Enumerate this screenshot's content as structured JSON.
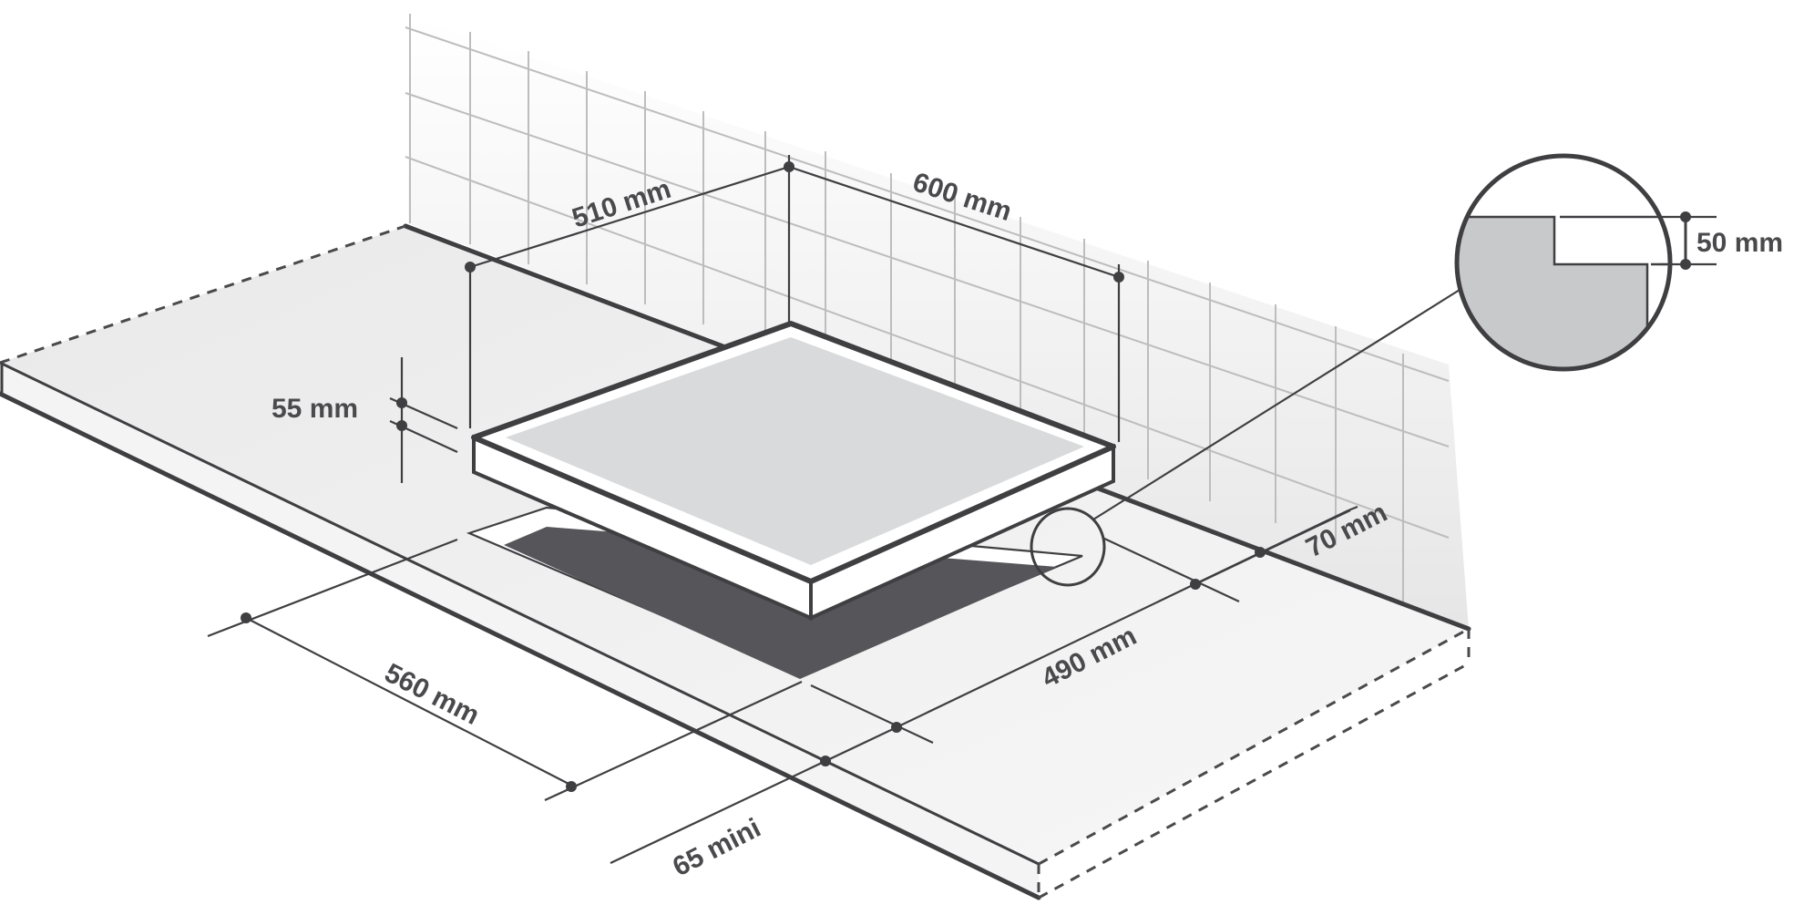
{
  "diagram": {
    "type": "cooktop-installation-dimensions",
    "colors": {
      "line": "#3f3f42",
      "text": "#4a4a4d",
      "cutout": "#55555a",
      "glass": "#d9dadb",
      "countertop": "#ececec",
      "countertop_front": "#f4f4f4",
      "wall": "#f2f2f2",
      "tile_line": "#bdbdbd",
      "detail_fill": "#c8c9cb"
    },
    "dimensions": {
      "cooktop_depth": "510 mm",
      "cooktop_width": "600 mm",
      "cooktop_height": "55 mm",
      "cutout_width": "560 mm",
      "cutout_depth": "490 mm",
      "wall_clearance": "70 mm",
      "front_clearance": "65 mini",
      "detail_depth": "50 mm"
    },
    "elements": {
      "wall": "tiled backsplash",
      "countertop": "worktop with dashed continuation",
      "cooktop": "built-in hob",
      "cutout": "counter cutout opening",
      "detail_callout": "magnified section circle"
    }
  }
}
